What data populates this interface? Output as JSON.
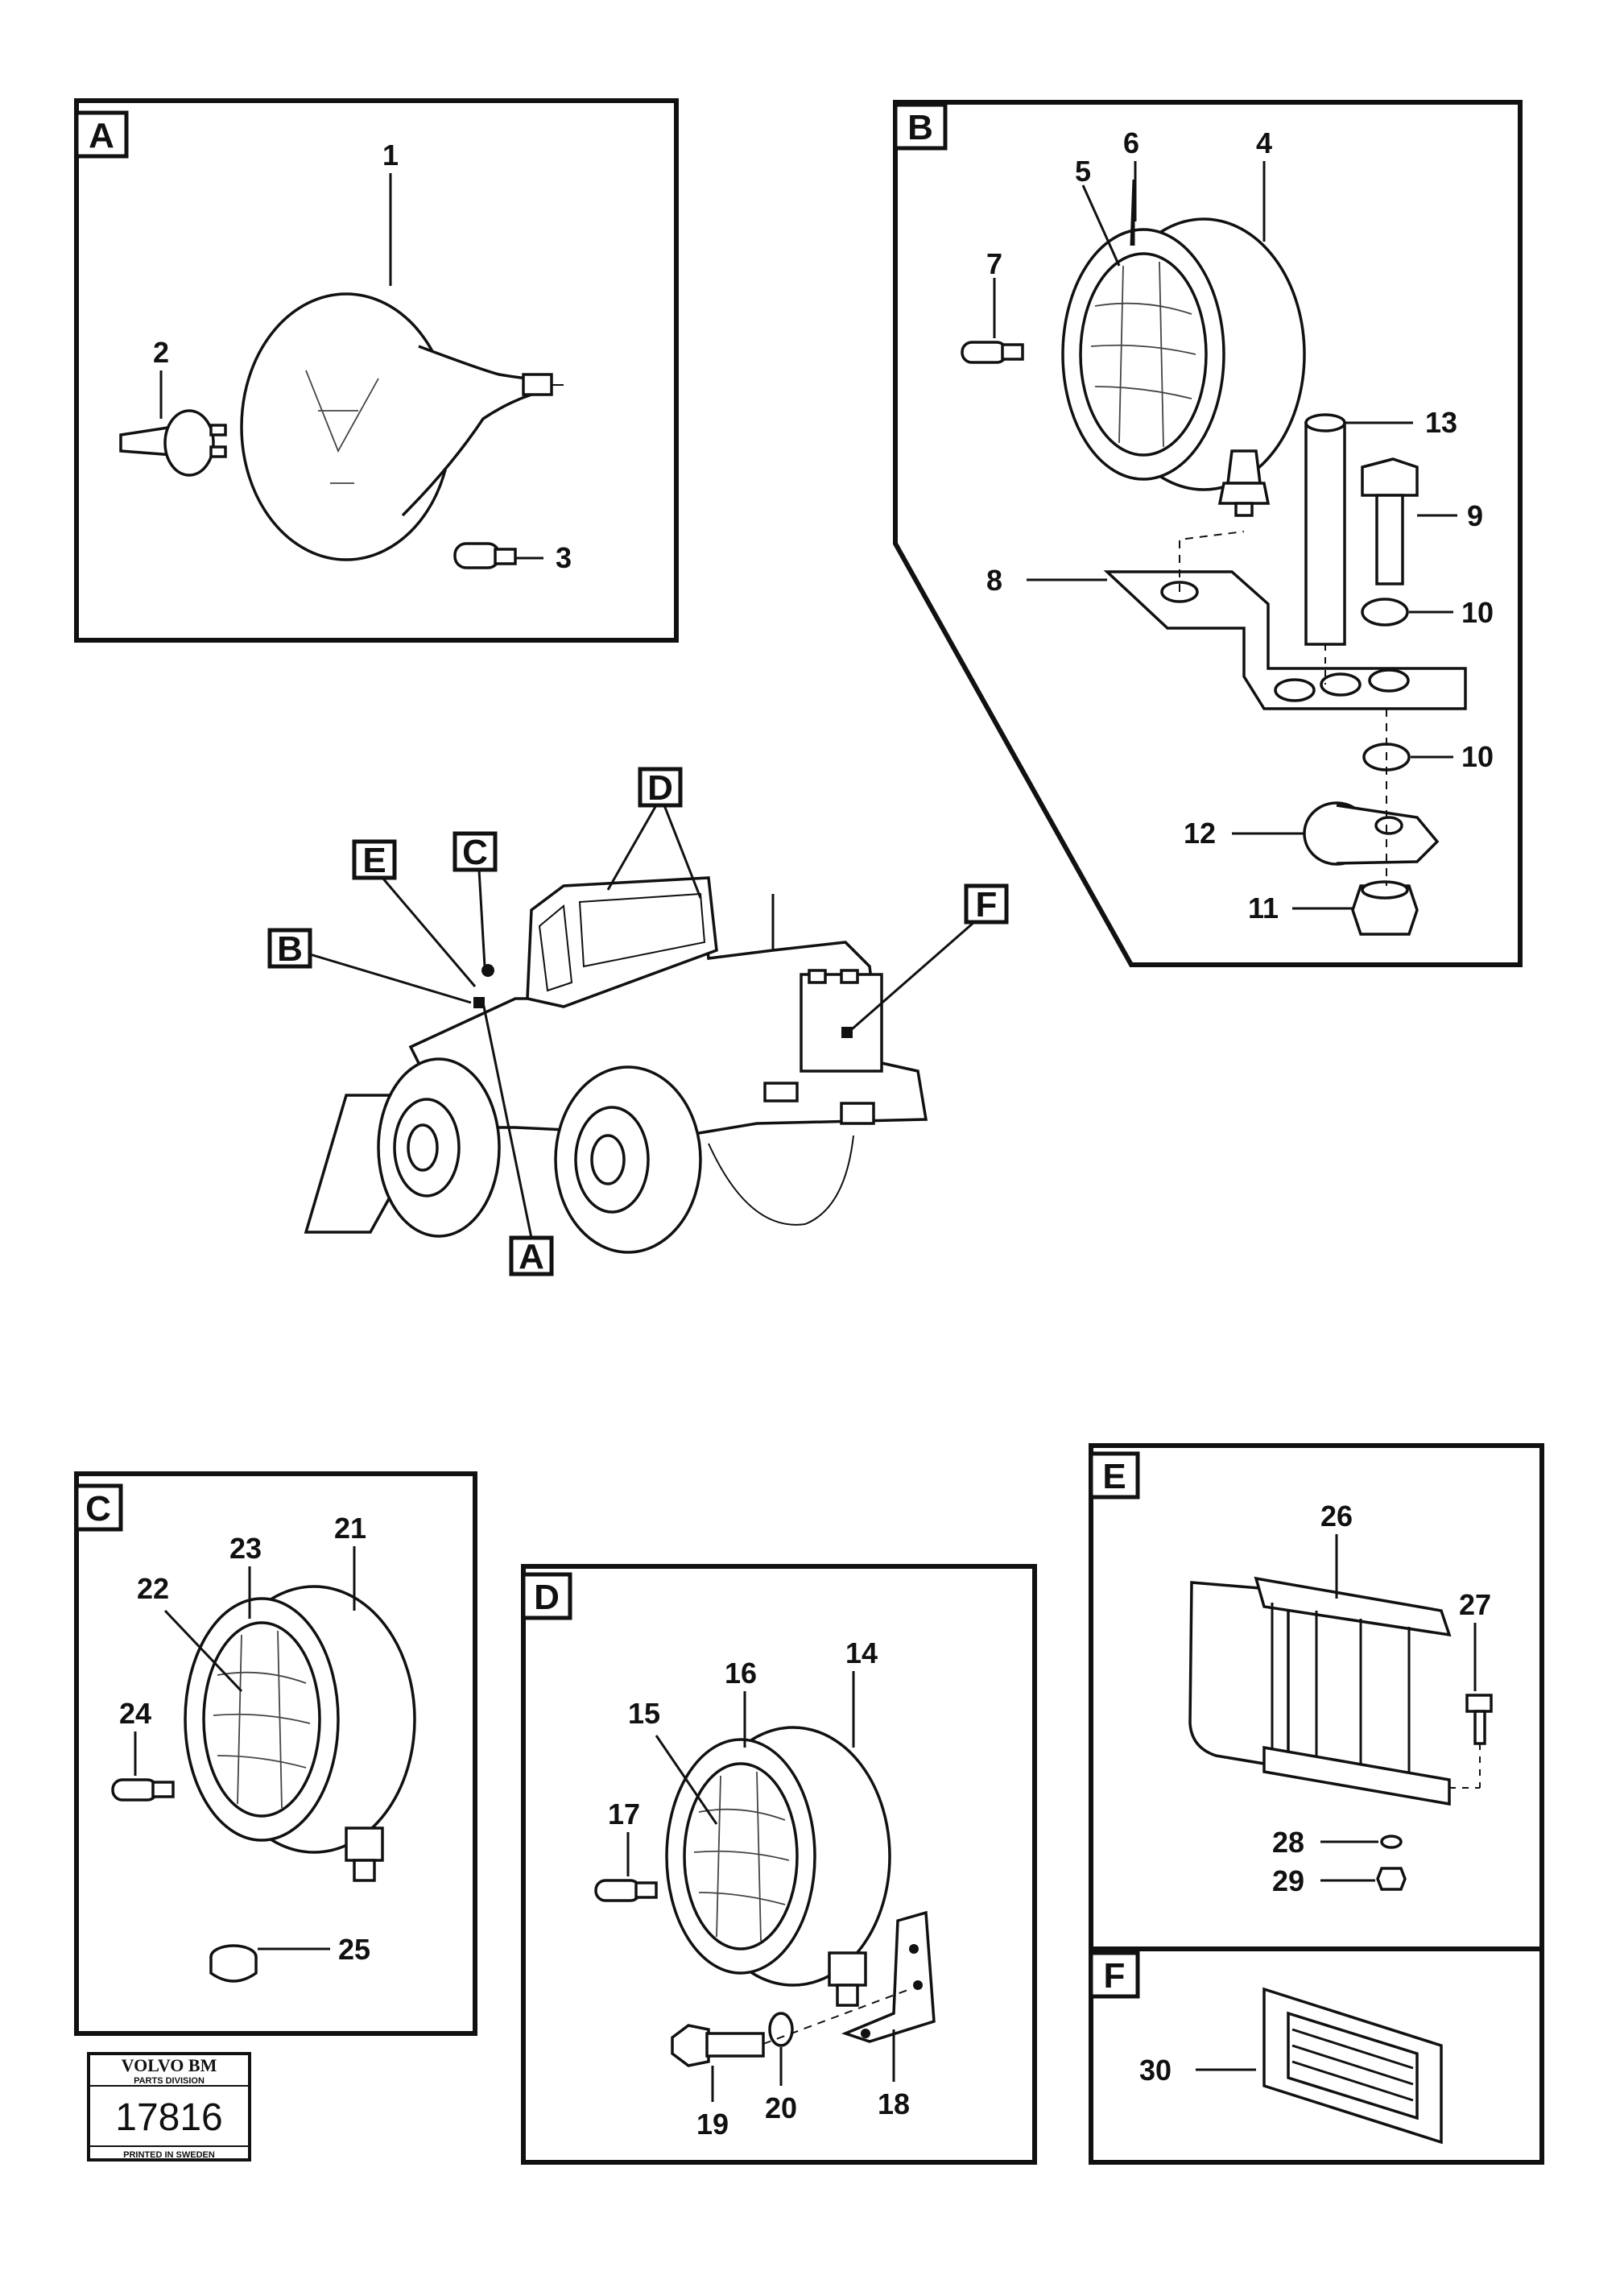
{
  "panels": {
    "A": "A",
    "B": "B",
    "C": "C",
    "D": "D",
    "E": "E",
    "F": "F"
  },
  "callouts": {
    "p1": "1",
    "p2": "2",
    "p3": "3",
    "p4": "4",
    "p5": "5",
    "p6": "6",
    "p7": "7",
    "p8": "8",
    "p9": "9",
    "p10a": "10",
    "p10b": "10",
    "p11": "11",
    "p12": "12",
    "p13": "13",
    "p14": "14",
    "p15": "15",
    "p16": "16",
    "p17": "17",
    "p18": "18",
    "p19": "19",
    "p20": "20",
    "p21": "21",
    "p22": "22",
    "p23": "23",
    "p24": "24",
    "p25": "25",
    "p26": "26",
    "p27": "27",
    "p28": "28",
    "p29": "29",
    "p30": "30"
  },
  "stamp": {
    "brand": "VOLVO BM",
    "division": "PARTS DIVISION",
    "number": "17816",
    "printed": "PRINTED IN SWEDEN"
  }
}
